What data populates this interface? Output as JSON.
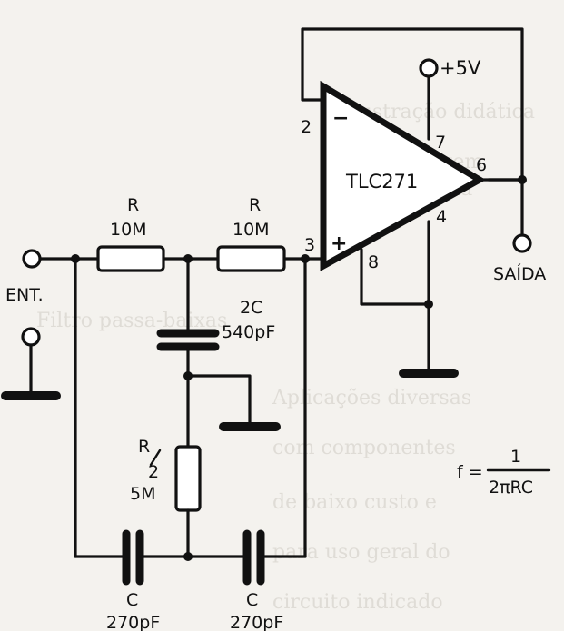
{
  "labels": {
    "r1_name": "R",
    "r1_value": "10M",
    "r2_name": "R",
    "r2_value": "10M",
    "c2c_name": "2C",
    "c2c_value": "540pF",
    "rhalf_num": "R",
    "rhalf_den": "2",
    "rhalf_value": "5M",
    "c1_name": "C",
    "c1_value": "270pF",
    "c2_name": "C",
    "c2_value": "270pF",
    "opamp": "TLC271",
    "vcc": "+5V",
    "pin2": "2",
    "pin3": "3",
    "pin4": "4",
    "pin6": "6",
    "pin7": "7",
    "pin8": "8",
    "minus": "−",
    "plus": "+",
    "input": "ENT.",
    "output": "SAÍDA",
    "formula_lhs": "f =",
    "formula_num": "1",
    "formula_den": "2πRC"
  }
}
